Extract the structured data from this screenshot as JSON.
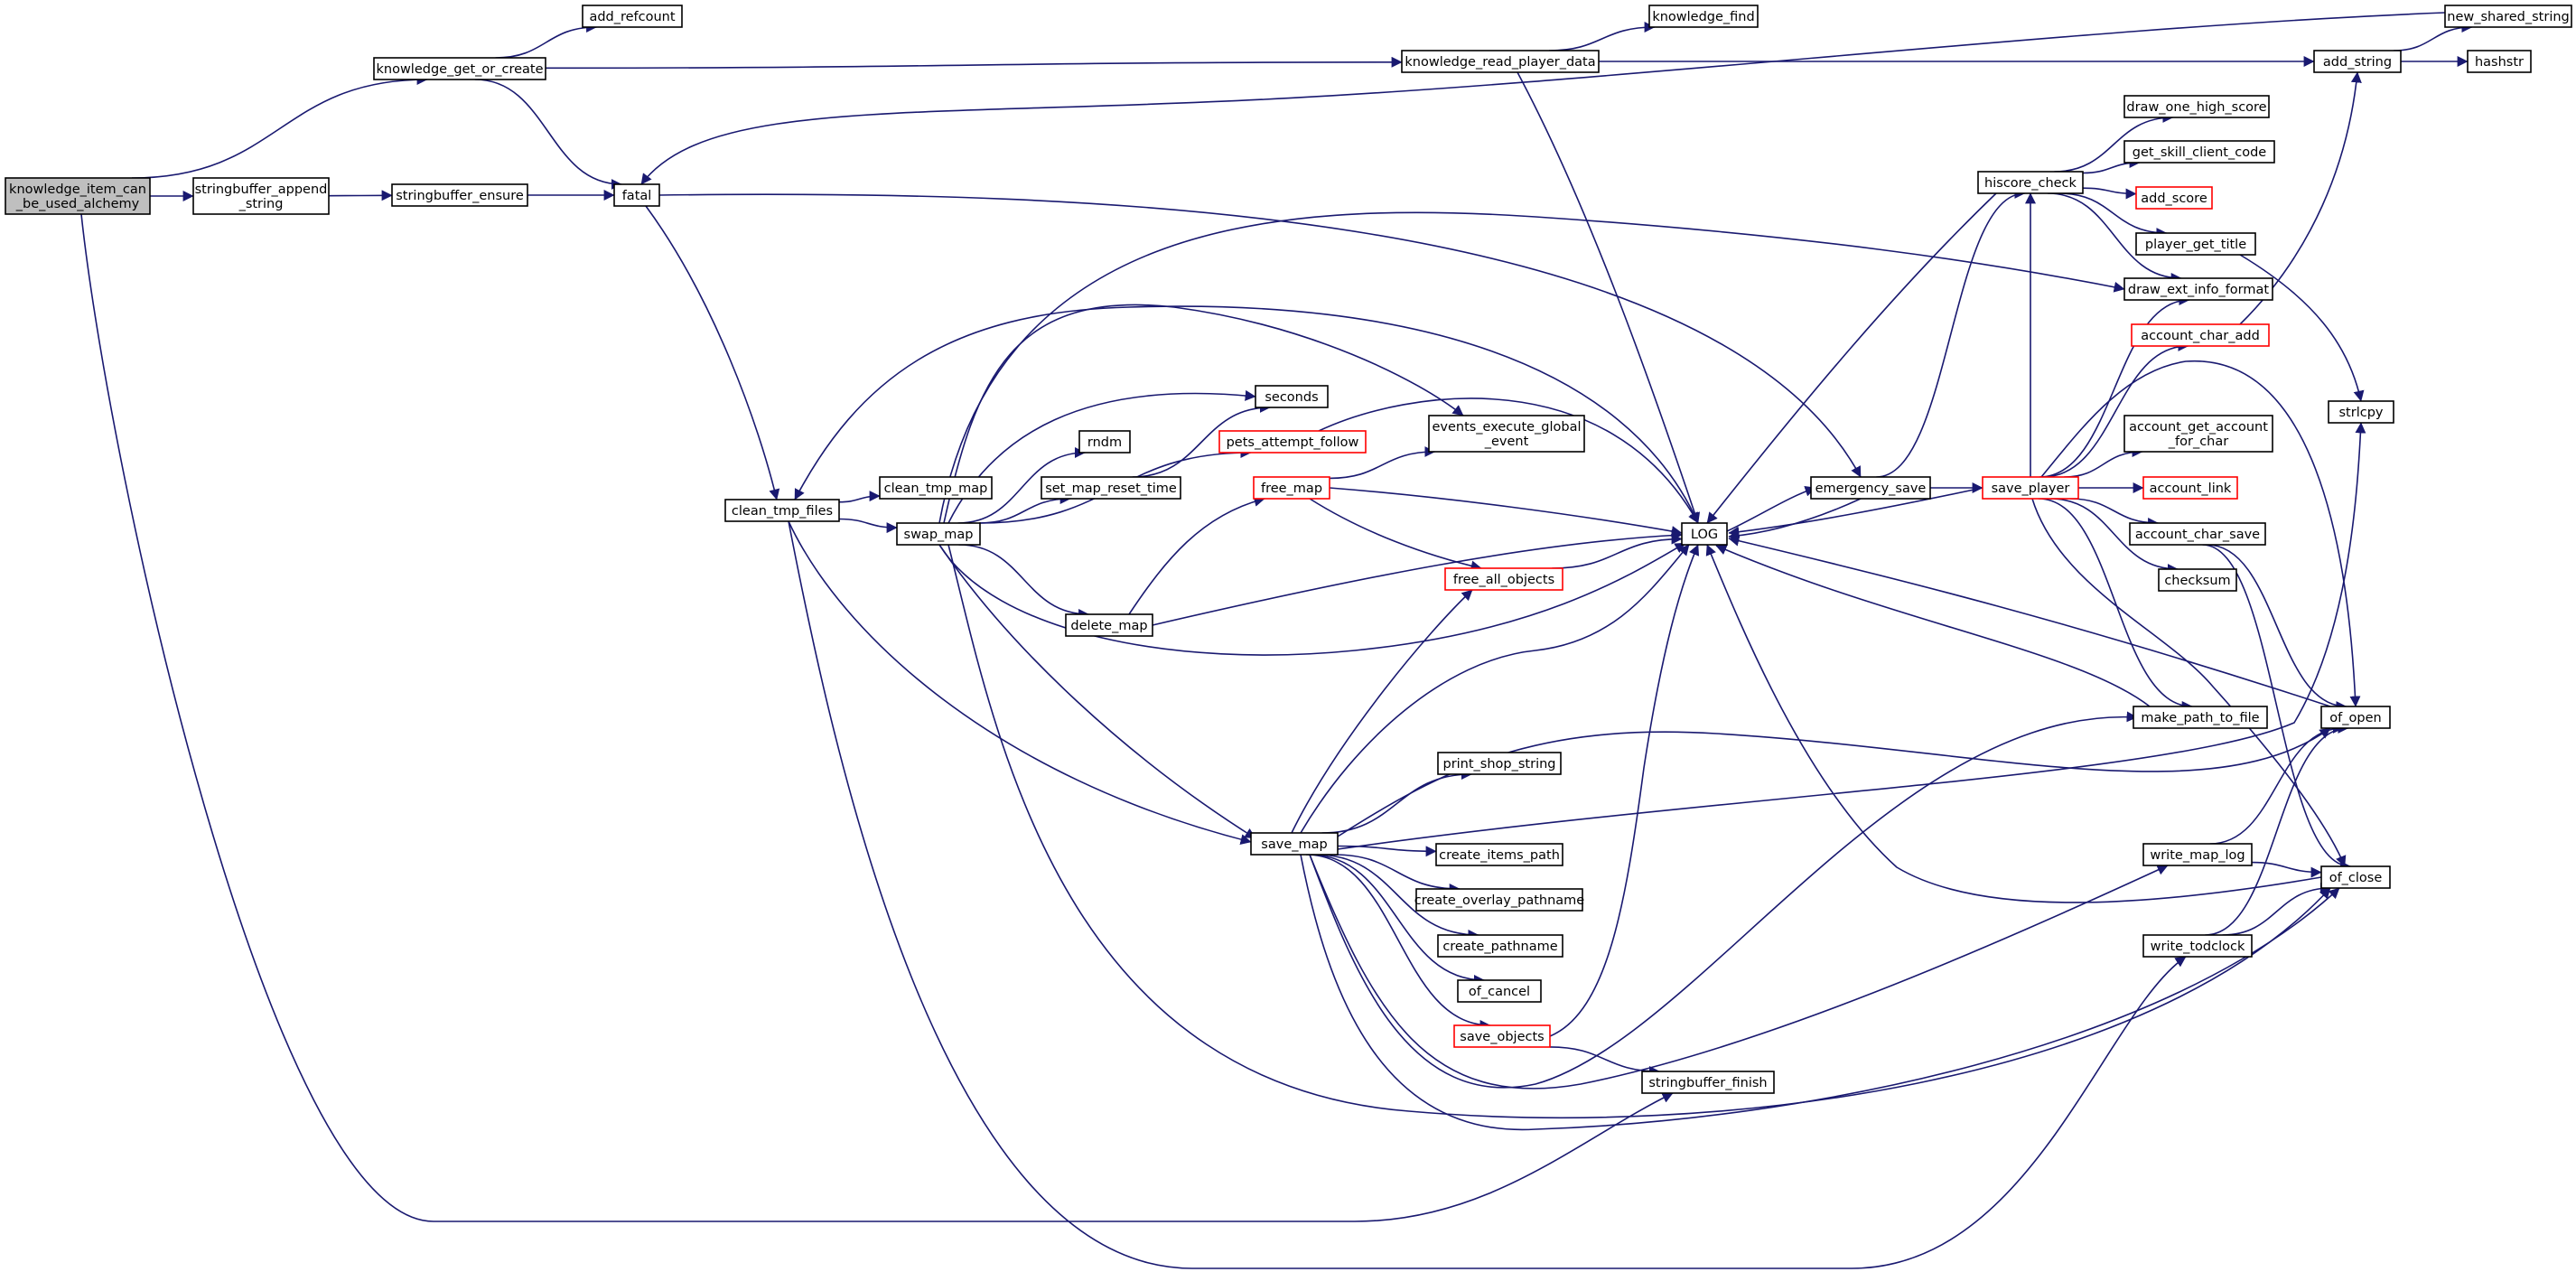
{
  "diagram": {
    "colors": {
      "edge": "#191970",
      "root_fill": "#bfbfbf",
      "truncated_border": "#ff0000",
      "node_border": "#000000"
    },
    "nodes": [
      {
        "id": "knowledge_item_can_be_used_alchemy",
        "lines": [
          "knowledge_item_can",
          "_be_used_alchemy"
        ],
        "root": true
      },
      {
        "id": "stringbuffer_append_string",
        "lines": [
          "stringbuffer_append",
          "_string"
        ]
      },
      {
        "id": "stringbuffer_ensure",
        "lines": [
          "stringbuffer_ensure"
        ]
      },
      {
        "id": "knowledge_get_or_create",
        "lines": [
          "knowledge_get_or_create"
        ]
      },
      {
        "id": "add_refcount",
        "lines": [
          "add_refcount"
        ]
      },
      {
        "id": "fatal",
        "lines": [
          "fatal"
        ]
      },
      {
        "id": "knowledge_read_player_data",
        "lines": [
          "knowledge_read_player_data"
        ]
      },
      {
        "id": "knowledge_find",
        "lines": [
          "knowledge_find"
        ]
      },
      {
        "id": "new_shared_string",
        "lines": [
          "new_shared_string"
        ]
      },
      {
        "id": "add_string",
        "lines": [
          "add_string"
        ]
      },
      {
        "id": "hashstr",
        "lines": [
          "hashstr"
        ]
      },
      {
        "id": "draw_one_high_score",
        "lines": [
          "draw_one_high_score"
        ]
      },
      {
        "id": "hiscore_check",
        "lines": [
          "hiscore_check"
        ]
      },
      {
        "id": "get_skill_client_code",
        "lines": [
          "get_skill_client_code"
        ]
      },
      {
        "id": "add_score",
        "lines": [
          "add_score"
        ],
        "truncated": true
      },
      {
        "id": "player_get_title",
        "lines": [
          "player_get_title"
        ]
      },
      {
        "id": "draw_ext_info_format",
        "lines": [
          "draw_ext_info_format"
        ]
      },
      {
        "id": "account_char_add",
        "lines": [
          "account_char_add"
        ],
        "truncated": true
      },
      {
        "id": "strlcpy",
        "lines": [
          "strlcpy"
        ]
      },
      {
        "id": "seconds",
        "lines": [
          "seconds"
        ]
      },
      {
        "id": "rndm",
        "lines": [
          "rndm"
        ]
      },
      {
        "id": "pets_attempt_follow",
        "lines": [
          "pets_attempt_follow"
        ],
        "truncated": true
      },
      {
        "id": "events_execute_global_event",
        "lines": [
          "events_execute_global",
          "_event"
        ]
      },
      {
        "id": "account_get_account_for_char",
        "lines": [
          "account_get_account",
          "_for_char"
        ]
      },
      {
        "id": "set_map_reset_time",
        "lines": [
          "set_map_reset_time"
        ]
      },
      {
        "id": "free_map",
        "lines": [
          "free_map"
        ],
        "truncated": true
      },
      {
        "id": "clean_tmp_map",
        "lines": [
          "clean_tmp_map"
        ]
      },
      {
        "id": "clean_tmp_files",
        "lines": [
          "clean_tmp_files"
        ]
      },
      {
        "id": "emergency_save",
        "lines": [
          "emergency_save"
        ]
      },
      {
        "id": "save_player",
        "lines": [
          "save_player"
        ],
        "truncated": true
      },
      {
        "id": "account_link",
        "lines": [
          "account_link"
        ],
        "truncated": true
      },
      {
        "id": "swap_map",
        "lines": [
          "swap_map"
        ]
      },
      {
        "id": "LOG",
        "lines": [
          "LOG"
        ]
      },
      {
        "id": "account_char_save",
        "lines": [
          "account_char_save"
        ]
      },
      {
        "id": "free_all_objects",
        "lines": [
          "free_all_objects"
        ],
        "truncated": true
      },
      {
        "id": "checksum",
        "lines": [
          "checksum"
        ]
      },
      {
        "id": "delete_map",
        "lines": [
          "delete_map"
        ]
      },
      {
        "id": "make_path_to_file",
        "lines": [
          "make_path_to_file"
        ]
      },
      {
        "id": "of_open",
        "lines": [
          "of_open"
        ]
      },
      {
        "id": "print_shop_string",
        "lines": [
          "print_shop_string"
        ]
      },
      {
        "id": "save_map",
        "lines": [
          "save_map"
        ]
      },
      {
        "id": "create_items_path",
        "lines": [
          "create_items_path"
        ]
      },
      {
        "id": "write_map_log",
        "lines": [
          "write_map_log"
        ]
      },
      {
        "id": "of_close",
        "lines": [
          "of_close"
        ]
      },
      {
        "id": "create_overlay_pathname",
        "lines": [
          "create_overlay_pathname"
        ]
      },
      {
        "id": "create_pathname",
        "lines": [
          "create_pathname"
        ]
      },
      {
        "id": "write_todclock",
        "lines": [
          "write_todclock"
        ]
      },
      {
        "id": "of_cancel",
        "lines": [
          "of_cancel"
        ]
      },
      {
        "id": "save_objects",
        "lines": [
          "save_objects"
        ],
        "truncated": true
      },
      {
        "id": "stringbuffer_finish",
        "lines": [
          "stringbuffer_finish"
        ]
      }
    ],
    "edges": [
      [
        "knowledge_item_can_be_used_alchemy",
        "knowledge_get_or_create"
      ],
      [
        "knowledge_item_can_be_used_alchemy",
        "stringbuffer_append_string"
      ],
      [
        "knowledge_item_can_be_used_alchemy",
        "stringbuffer_finish"
      ],
      [
        "stringbuffer_append_string",
        "stringbuffer_ensure"
      ],
      [
        "stringbuffer_ensure",
        "fatal"
      ],
      [
        "knowledge_get_or_create",
        "add_refcount"
      ],
      [
        "knowledge_get_or_create",
        "knowledge_read_player_data"
      ],
      [
        "knowledge_get_or_create",
        "fatal"
      ],
      [
        "knowledge_read_player_data",
        "knowledge_find"
      ],
      [
        "knowledge_read_player_data",
        "add_string"
      ],
      [
        "knowledge_read_player_data",
        "LOG"
      ],
      [
        "add_string",
        "new_shared_string"
      ],
      [
        "add_string",
        "hashstr"
      ],
      [
        "new_shared_string",
        "fatal"
      ],
      [
        "fatal",
        "clean_tmp_files"
      ],
      [
        "fatal",
        "emergency_save"
      ],
      [
        "clean_tmp_files",
        "clean_tmp_map"
      ],
      [
        "clean_tmp_files",
        "swap_map"
      ],
      [
        "clean_tmp_files",
        "save_map"
      ],
      [
        "clean_tmp_files",
        "write_todclock"
      ],
      [
        "swap_map",
        "draw_ext_info_format"
      ],
      [
        "swap_map",
        "events_execute_global_event"
      ],
      [
        "swap_map",
        "seconds"
      ],
      [
        "swap_map",
        "rndm"
      ],
      [
        "swap_map",
        "set_map_reset_time"
      ],
      [
        "swap_map",
        "pets_attempt_follow"
      ],
      [
        "swap_map",
        "delete_map"
      ],
      [
        "swap_map",
        "LOG"
      ],
      [
        "swap_map",
        "save_map"
      ],
      [
        "swap_map",
        "of_close"
      ],
      [
        "set_map_reset_time",
        "seconds"
      ],
      [
        "pets_attempt_follow",
        "LOG"
      ],
      [
        "free_map",
        "events_execute_global_event"
      ],
      [
        "free_map",
        "LOG"
      ],
      [
        "free_map",
        "free_all_objects"
      ],
      [
        "free_all_objects",
        "LOG"
      ],
      [
        "delete_map",
        "free_map"
      ],
      [
        "delete_map",
        "LOG"
      ],
      [
        "LOG",
        "clean_tmp_files"
      ],
      [
        "LOG",
        "emergency_save"
      ],
      [
        "emergency_save",
        "LOG"
      ],
      [
        "emergency_save",
        "save_player"
      ],
      [
        "emergency_save",
        "hiscore_check"
      ],
      [
        "hiscore_check",
        "LOG"
      ],
      [
        "hiscore_check",
        "draw_one_high_score"
      ],
      [
        "hiscore_check",
        "get_skill_client_code"
      ],
      [
        "hiscore_check",
        "add_score"
      ],
      [
        "hiscore_check",
        "player_get_title"
      ],
      [
        "hiscore_check",
        "draw_ext_info_format"
      ],
      [
        "player_get_title",
        "strlcpy"
      ],
      [
        "save_player",
        "LOG"
      ],
      [
        "save_player",
        "hiscore_check"
      ],
      [
        "save_player",
        "draw_ext_info_format"
      ],
      [
        "save_player",
        "account_char_add"
      ],
      [
        "save_player",
        "account_get_account_for_char"
      ],
      [
        "save_player",
        "account_link"
      ],
      [
        "save_player",
        "account_char_save"
      ],
      [
        "save_player",
        "checksum"
      ],
      [
        "save_player",
        "make_path_to_file"
      ],
      [
        "save_player",
        "of_open"
      ],
      [
        "save_player",
        "of_close"
      ],
      [
        "account_char_add",
        "add_string"
      ],
      [
        "account_char_save",
        "of_open"
      ],
      [
        "account_char_save",
        "of_close"
      ],
      [
        "make_path_to_file",
        "LOG"
      ],
      [
        "of_open",
        "LOG"
      ],
      [
        "of_close",
        "LOG"
      ],
      [
        "write_map_log",
        "of_open"
      ],
      [
        "write_map_log",
        "of_close"
      ],
      [
        "write_todclock",
        "of_open"
      ],
      [
        "write_todclock",
        "of_close"
      ],
      [
        "save_map",
        "LOG"
      ],
      [
        "save_map",
        "free_all_objects"
      ],
      [
        "save_map",
        "print_shop_string"
      ],
      [
        "save_map",
        "create_items_path"
      ],
      [
        "save_map",
        "create_overlay_pathname"
      ],
      [
        "save_map",
        "create_pathname"
      ],
      [
        "save_map",
        "of_cancel"
      ],
      [
        "save_map",
        "save_objects"
      ],
      [
        "save_map",
        "make_path_to_file"
      ],
      [
        "save_map",
        "of_open"
      ],
      [
        "save_map",
        "strlcpy"
      ],
      [
        "save_map",
        "write_map_log"
      ],
      [
        "save_map",
        "of_close"
      ],
      [
        "save_objects",
        "LOG"
      ],
      [
        "save_objects",
        "stringbuffer_finish"
      ]
    ]
  }
}
